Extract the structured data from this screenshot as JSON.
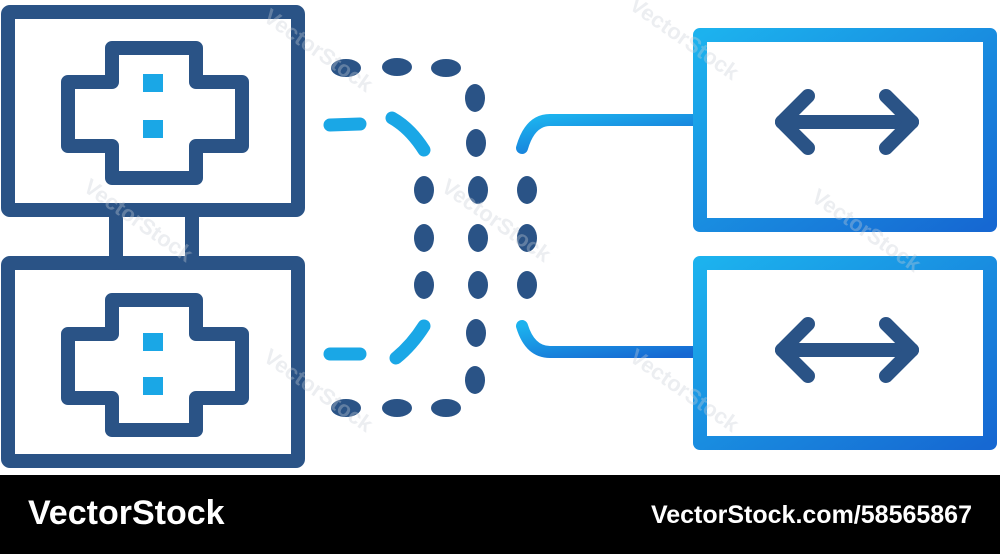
{
  "footer": {
    "brand": "VectorStock",
    "image_id": "VectorStock.com/58565867"
  },
  "watermark": {
    "text": "VectorStock"
  },
  "icons": {
    "left_modules": "medical-cross-icon",
    "right_modules": "bidirectional-arrow-icon"
  },
  "colors": {
    "dark_blue": "#2a5386",
    "light_blue": "#1aa7e6",
    "gradient_start": "#1cb2ee",
    "gradient_end": "#1668d2",
    "footer_bg": "#000000"
  }
}
